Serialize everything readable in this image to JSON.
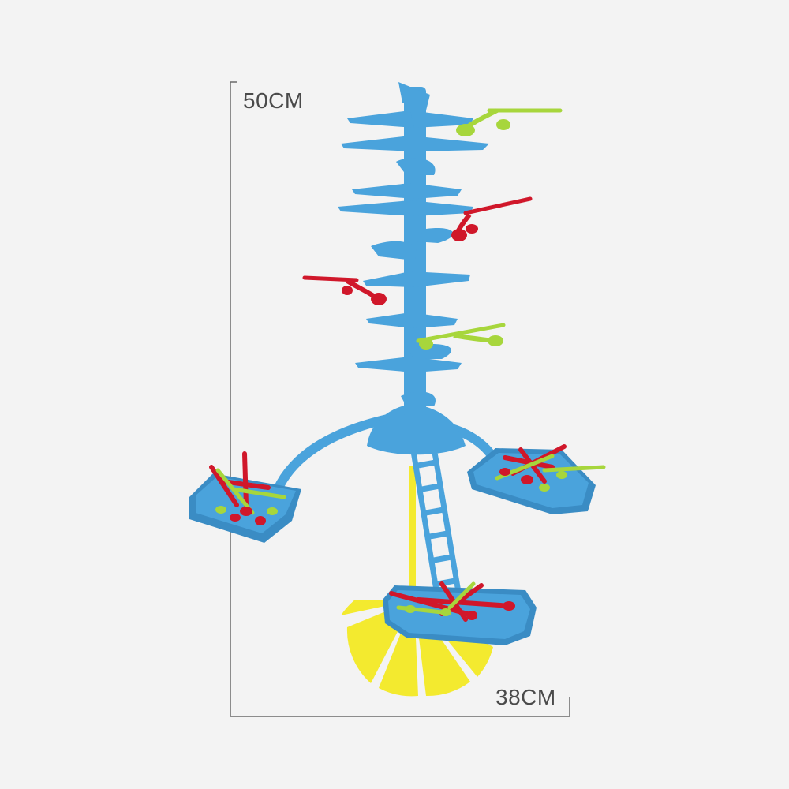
{
  "dimensions": {
    "height_label": "50CM",
    "width_label": "38CM"
  },
  "colors": {
    "background": "#f3f3f3",
    "tree_blue": "#4aa3dc",
    "tree_blue_dark": "#3a8cc4",
    "dragonfly_red": "#d0172a",
    "dragonfly_green": "#a7d63c",
    "wheel_yellow": "#f3ea2f",
    "dimension_line": "#6b6b6b"
  },
  "icons": {
    "product": "dragonfly-balance-tree-toy"
  }
}
